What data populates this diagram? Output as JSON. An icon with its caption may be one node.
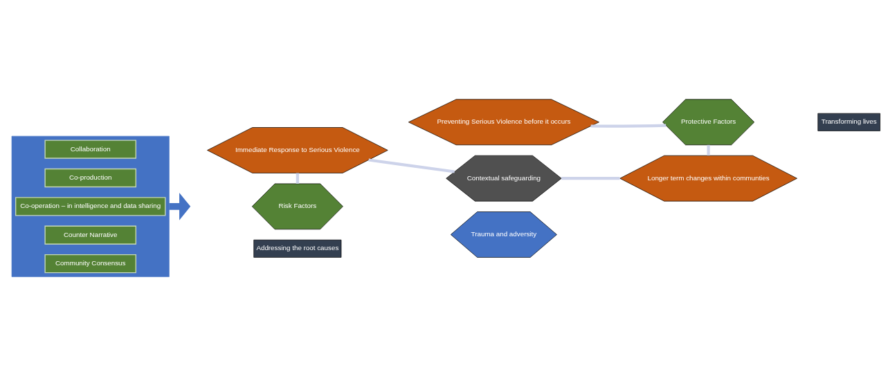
{
  "diagram": {
    "nodes": [
      {
        "text": [],
        "shape": "box"
      },
      {
        "text": [
          "Collaboration"
        ],
        "in": 0
      },
      {
        "text": [
          "Co-production"
        ],
        "in": 0
      },
      {
        "text": [
          "Co-operation – in intelligence and data sharing"
        ],
        "in": 0
      },
      {
        "text": [
          "Counter Narrative"
        ],
        "in": 0
      },
      {
        "text": [
          "Community Consensus"
        ],
        "in": 0
      },
      {
        "text": [
          "Preventing Serious Violence before it occurs"
        ]
      },
      {
        "text": [
          "Risk Factors"
        ]
      },
      {
        "text": [
          "Protective Factors"
        ]
      },
      {
        "text": [
          "Trauma and adversity"
        ]
      },
      {
        "text": [
          "Immediate Response to Serious Violence"
        ]
      },
      {
        "text": [
          "Longer term changes within communties"
        ]
      },
      {
        "text": [
          "Contextual safeguarding"
        ]
      }
    ],
    "edges": [
      {
        "from": 0,
        "to": null,
        "arrow": "to",
        "style": "thick",
        "color": "#4472c4"
      },
      {
        "from": 6,
        "to": 8,
        "arrow": "none"
      },
      {
        "from": 8,
        "to": 11,
        "arrow": "none"
      },
      {
        "from": 11,
        "to": 12,
        "arrow": "none"
      },
      {
        "from": 12,
        "to": 10,
        "arrow": "none"
      },
      {
        "from": 10,
        "to": 7,
        "arrow": "none"
      }
    ],
    "labels": [
      "Addressing the root causes",
      "Transforming lives"
    ]
  }
}
